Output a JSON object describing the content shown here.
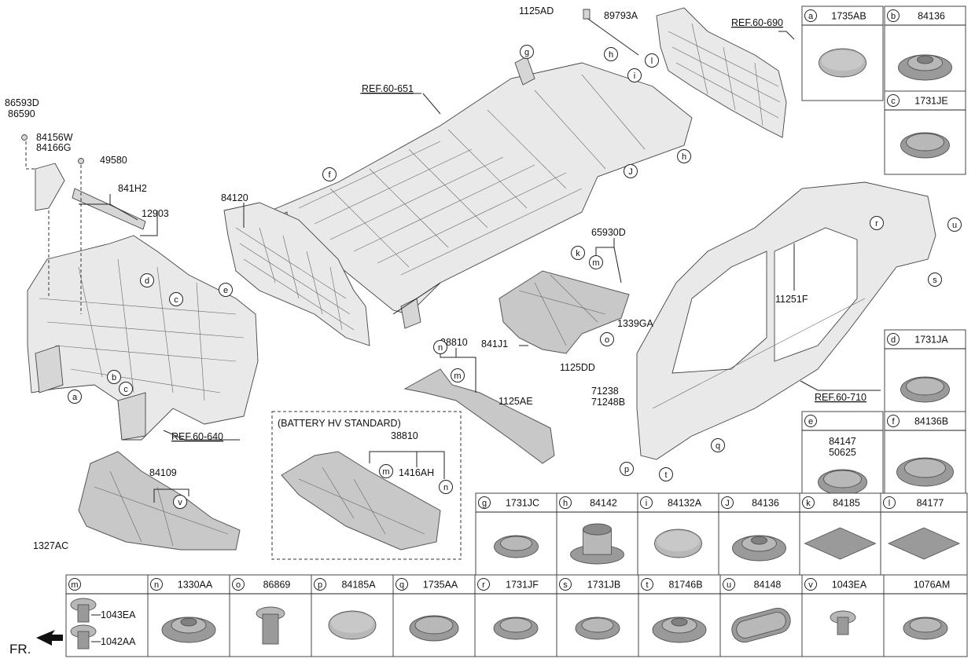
{
  "callouts": [
    {
      "text": "1125AD"
    },
    {
      "text": "89793A"
    },
    {
      "text": "REF.60-690"
    },
    {
      "text": "REF.60-651"
    },
    {
      "text": "86593D"
    },
    {
      "text": "86590"
    },
    {
      "text": "84156W"
    },
    {
      "text": "84166G"
    },
    {
      "text": "49580"
    },
    {
      "text": "841H2"
    },
    {
      "text": "12903"
    },
    {
      "text": "84120"
    },
    {
      "text": "65930D"
    },
    {
      "text": "38810"
    },
    {
      "text": "841J1"
    },
    {
      "text": "1339GA"
    },
    {
      "text": "1125DD"
    },
    {
      "text": "71238"
    },
    {
      "text": "71248B"
    },
    {
      "text": "1125AE"
    },
    {
      "text": "11251F"
    },
    {
      "text": "REF.60-710"
    },
    {
      "text": "REF.60-640"
    },
    {
      "text": "84109"
    },
    {
      "text": "1327AC"
    },
    {
      "text": "(BATTERY HV STANDARD)"
    },
    {
      "text": "38810"
    },
    {
      "text": "1416AH"
    },
    {
      "text": "FR."
    }
  ],
  "markers": [
    "a",
    "b",
    "c",
    "d",
    "e",
    "f",
    "g",
    "h",
    "i",
    "J",
    "k",
    "l",
    "m",
    "n",
    "o",
    "p",
    "q",
    "r",
    "s",
    "t",
    "u",
    "v"
  ],
  "legend_panels": [
    {
      "key": "a",
      "part": "1735AB",
      "icon": "flat-plug-icon"
    },
    {
      "key": "b",
      "part": "84136",
      "icon": "ribbed-grommet-icon"
    },
    {
      "key": "c",
      "part": "1731JE",
      "icon": "dome-plug-icon"
    },
    {
      "key": "d",
      "part": "1731JA",
      "icon": "cup-plug-icon"
    },
    {
      "key": "e",
      "part": "84147",
      "part2": "50625",
      "icon": "dome-plug-icon"
    },
    {
      "key": "f",
      "part": "84136B",
      "icon": "tabbed-grommet-icon"
    },
    {
      "key": "g",
      "part": "1731JC",
      "icon": "ring-plug-icon"
    },
    {
      "key": "h",
      "part": "84142",
      "icon": "tall-plug-icon"
    },
    {
      "key": "i",
      "part": "84132A",
      "icon": "oval-plug-icon"
    },
    {
      "key": "J",
      "part": "84136",
      "icon": "ribbed-grommet-icon"
    },
    {
      "key": "k",
      "part": "84185",
      "icon": "pad-icon"
    },
    {
      "key": "l",
      "part": "84177",
      "icon": "pad-icon"
    },
    {
      "key": "m",
      "part": "",
      "part_a": "1043EA",
      "part_b": "1042AA",
      "icon": "clip-icon"
    },
    {
      "key": "n",
      "part": "1330AA",
      "icon": "grommet-icon"
    },
    {
      "key": "o",
      "part": "86869",
      "icon": "push-clip-icon"
    },
    {
      "key": "p",
      "part": "84185A",
      "icon": "flat-disc-icon"
    },
    {
      "key": "q",
      "part": "1735AA",
      "icon": "dome-plug-icon"
    },
    {
      "key": "r",
      "part": "1731JF",
      "icon": "ring-plug-icon"
    },
    {
      "key": "s",
      "part": "1731JB",
      "icon": "ring-plug-icon"
    },
    {
      "key": "t",
      "part": "81746B",
      "icon": "ribbed-grommet-icon"
    },
    {
      "key": "u",
      "part": "84148",
      "icon": "oblong-plug-icon"
    },
    {
      "key": "v",
      "part": "1043EA",
      "icon": "clip-icon"
    },
    {
      "key": "",
      "part": "1076AM",
      "icon": "ring-plug-icon"
    }
  ]
}
